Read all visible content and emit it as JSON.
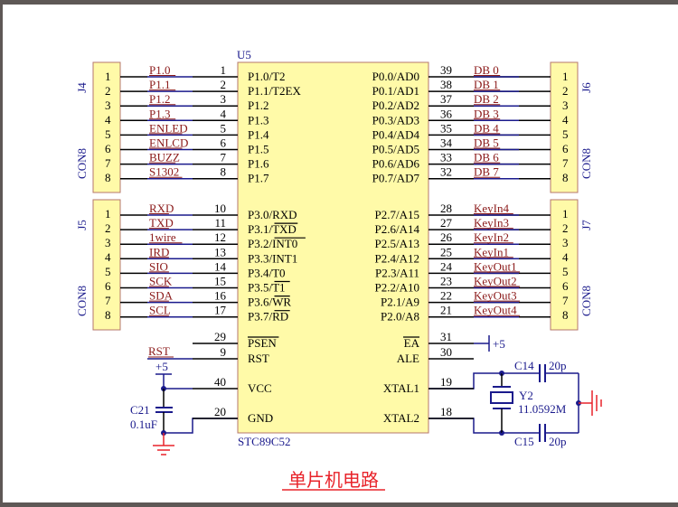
{
  "title": "单片机电路",
  "colors": {
    "body_fill": "#fffaa8",
    "body_stroke": "#b5776b",
    "wire": "#000000",
    "net_wire": "#1a1a8c",
    "net_label": "#8b1a1a",
    "designator": "#1a1a8c",
    "ground": "#e8232a",
    "title": "#e8232a",
    "frame": "#5e5856"
  },
  "mcu": {
    "designator": "U5",
    "part": "STC89C52",
    "left_pins": [
      {
        "num": "1",
        "name": "P1.0/T2"
      },
      {
        "num": "2",
        "name": "P1.1/T2EX"
      },
      {
        "num": "3",
        "name": "P1.2"
      },
      {
        "num": "4",
        "name": "P1.3"
      },
      {
        "num": "5",
        "name": "P1.4"
      },
      {
        "num": "6",
        "name": "P1.5"
      },
      {
        "num": "7",
        "name": "P1.6"
      },
      {
        "num": "8",
        "name": "P1.7"
      },
      {
        "num": "10",
        "name": "P3.0/RXD"
      },
      {
        "num": "11",
        "name": "P3.1/TXD"
      },
      {
        "num": "12",
        "name": "P3.2/INT0"
      },
      {
        "num": "13",
        "name": "P3.3/INT1"
      },
      {
        "num": "14",
        "name": "P3.4/T0"
      },
      {
        "num": "15",
        "name": "P3.5/T1"
      },
      {
        "num": "16",
        "name": "P3.6/WR"
      },
      {
        "num": "17",
        "name": "P3.7/RD"
      },
      {
        "num": "29",
        "name": "PSEN"
      },
      {
        "num": "9",
        "name": "RST"
      },
      {
        "num": "40",
        "name": "VCC"
      },
      {
        "num": "20",
        "name": "GND"
      }
    ],
    "right_pins": [
      {
        "num": "39",
        "name": "P0.0/AD0"
      },
      {
        "num": "38",
        "name": "P0.1/AD1"
      },
      {
        "num": "37",
        "name": "P0.2/AD2"
      },
      {
        "num": "36",
        "name": "P0.3/AD3"
      },
      {
        "num": "35",
        "name": "P0.4/AD4"
      },
      {
        "num": "34",
        "name": "P0.5/AD5"
      },
      {
        "num": "33",
        "name": "P0.6/AD6"
      },
      {
        "num": "32",
        "name": "P0.7/AD7"
      },
      {
        "num": "28",
        "name": "P2.7/A15"
      },
      {
        "num": "27",
        "name": "P2.6/A14"
      },
      {
        "num": "26",
        "name": "P2.5/A13"
      },
      {
        "num": "25",
        "name": "P2.4/A12"
      },
      {
        "num": "24",
        "name": "P2.3/A11"
      },
      {
        "num": "23",
        "name": "P2.2/A10"
      },
      {
        "num": "22",
        "name": "P2.1/A9"
      },
      {
        "num": "21",
        "name": "P2.0/A8"
      },
      {
        "num": "31",
        "name": "EA"
      },
      {
        "num": "30",
        "name": "ALE"
      },
      {
        "num": "19",
        "name": "XTAL1"
      },
      {
        "num": "18",
        "name": "XTAL2"
      }
    ]
  },
  "connectors": [
    {
      "designator": "J4",
      "type": "CON8",
      "pins": [
        "1",
        "2",
        "3",
        "4",
        "5",
        "6",
        "7",
        "8"
      ],
      "nets": [
        "P1.0",
        "P1.1",
        "P1.2",
        "P1.3",
        "ENLED",
        "ENLCD",
        "BUZZ",
        "S1302"
      ]
    },
    {
      "designator": "J5",
      "type": "CON8",
      "pins": [
        "1",
        "2",
        "3",
        "4",
        "5",
        "6",
        "7",
        "8"
      ],
      "nets": [
        "RXD",
        "TXD",
        "1wire",
        "IRD",
        "SIO",
        "SCK",
        "SDA",
        "SCL"
      ]
    },
    {
      "designator": "J6",
      "type": "CON8",
      "pins": [
        "1",
        "2",
        "3",
        "4",
        "5",
        "6",
        "7",
        "8"
      ],
      "nets": [
        "DB_0",
        "DB_1",
        "DB_2",
        "DB_3",
        "DB_4",
        "DB_5",
        "DB_6",
        "DB_7"
      ]
    },
    {
      "designator": "J7",
      "type": "CON8",
      "pins": [
        "1",
        "2",
        "3",
        "4",
        "5",
        "6",
        "7",
        "8"
      ],
      "nets": [
        "KeyIn4",
        "KeyIn3",
        "KeyIn2",
        "KeyIn1",
        "KeyOut1",
        "KeyOut2",
        "KeyOut3",
        "KeyOut4"
      ]
    }
  ],
  "misc": {
    "rst_net": "RST",
    "vcc_label": "+5",
    "ea_label": "+5",
    "c21_name": "C21",
    "c21_value": "0.1uF",
    "c14_name": "C14",
    "c14_value": "20p",
    "c15_name": "C15",
    "c15_value": "20p",
    "y2_name": "Y2",
    "y2_value": "11.0592M"
  }
}
